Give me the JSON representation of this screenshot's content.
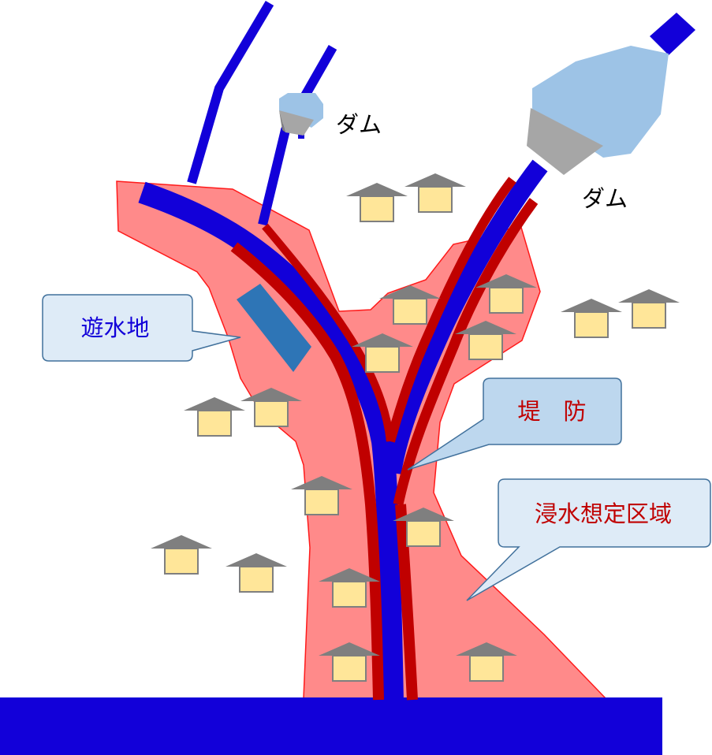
{
  "labels": {
    "dam_small": "ダム",
    "dam_large": "ダム",
    "retarding_basin": "遊水地",
    "levee": "堤　防",
    "flood_area": "浸水想定区域"
  },
  "colors": {
    "river": "#1200d9",
    "levee": "#c00000",
    "flood_zone": "#ff8a8a",
    "flood_zone_stroke": "#ff1a1a",
    "dam_water": "#9dc3e6",
    "dam_body": "#a6a6a6",
    "basin": "#2e75b6",
    "callout_fill": "#deebf7",
    "callout_levee_fill": "#bdd7ee",
    "callout_stroke": "#41719c",
    "house_roof": "#7f7f7f",
    "house_body": "#ffe699",
    "label_basin": "#1200d9",
    "label_red": "#c00000"
  },
  "icons": {
    "house": "house-icon",
    "dam": "dam-icon"
  }
}
